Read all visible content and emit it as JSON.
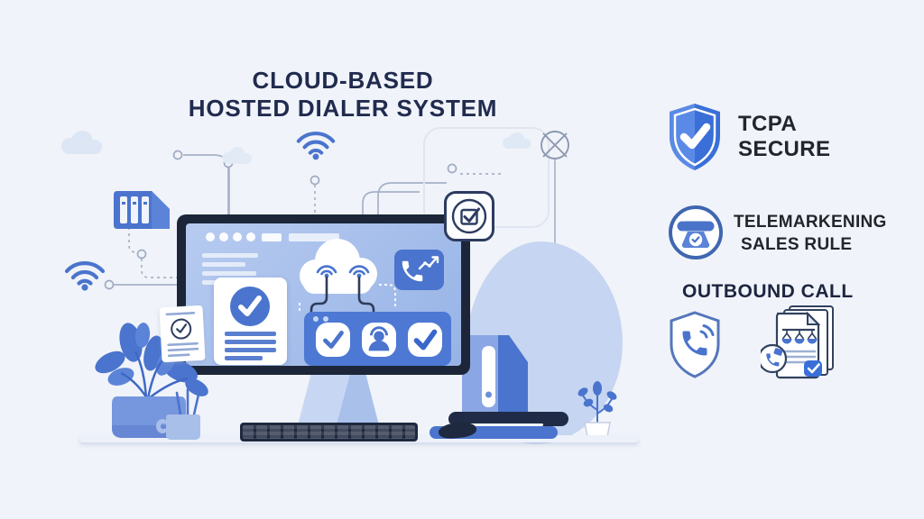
{
  "title": {
    "line1": "CLOUD-BASED",
    "line2": "HOSTED DIALER SYSTEM"
  },
  "right_panel": {
    "tcpa": {
      "label_line1": "TCPA",
      "label_line2": "SECURE",
      "icon": "shield-check-icon"
    },
    "telemarketing": {
      "label_line1": "TELEMARKENING",
      "label_line2": "SALES RULE",
      "icon": "telephone-circle-icon"
    },
    "outbound": {
      "heading": "OUTBOUND CALL",
      "icons": [
        "shield-phone-icon",
        "legal-documents-icon"
      ]
    }
  },
  "illustration": {
    "icons": [
      "wifi-icon",
      "cloud-icon",
      "signal-icon",
      "phone-chart-icon",
      "checkmark-circle-icon",
      "agent-icon",
      "binder-icon",
      "checkbox-badge-icon",
      "crossed-circle-icon",
      "document-check-icon"
    ]
  },
  "colors": {
    "background": "#f0f3f9",
    "primary_blue": "#4a74cd",
    "mid_blue": "#5b83d8",
    "screen_blue": "#a9c2ea",
    "pale_blue": "#dce6f5",
    "navy": "#1c2638",
    "text_dark": "#22242e",
    "connector_grey": "#a7b2c8",
    "blob_blue": "#c6d5f1"
  }
}
